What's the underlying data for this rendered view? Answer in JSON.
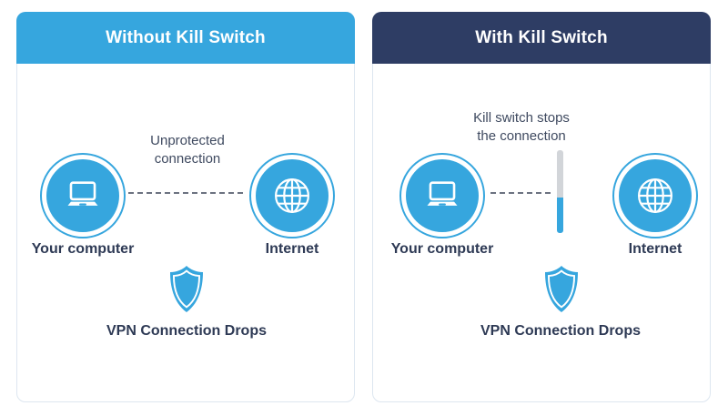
{
  "colors": {
    "accent_blue": "#36a6de",
    "navy": "#2e3d64",
    "label_dark": "#2e3a55",
    "muted_text": "#3f4a60",
    "bar_gray": "#d2d5d9",
    "dash_gray": "#6c7280",
    "card_border": "#dde6f0",
    "page_bg": "#ffffff"
  },
  "cards": {
    "left": {
      "title": "Without Kill Switch",
      "connection_label": "Unprotected connection",
      "computer_label": "Your computer",
      "internet_label": "Internet",
      "status_label": "VPN Connection Drops",
      "icons": {
        "computer": "laptop-icon",
        "internet": "globe-icon",
        "status": "shield-icon"
      }
    },
    "right": {
      "title": "With Kill Switch",
      "connection_label": "Kill switch stops the connection",
      "computer_label": "Your computer",
      "internet_label": "Internet",
      "status_label": "VPN Connection Drops",
      "icons": {
        "computer": "laptop-icon",
        "internet": "globe-icon",
        "status": "shield-icon",
        "blocker": "kill-switch-bar"
      }
    }
  }
}
